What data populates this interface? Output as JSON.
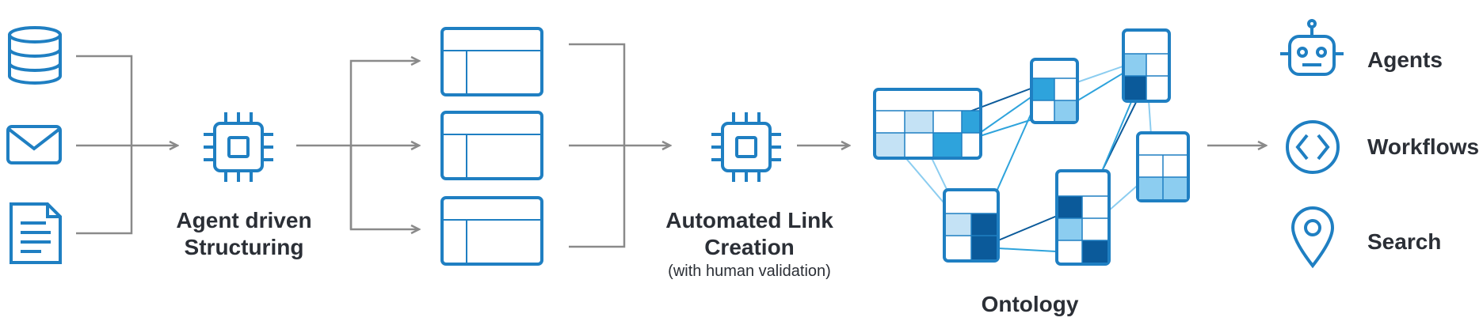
{
  "labels": {
    "agent_structuring_line1": "Agent driven",
    "agent_structuring_line2": "Structuring",
    "link_creation_line1": "Automated Link",
    "link_creation_line2": "Creation",
    "link_creation_note": "(with human validation)",
    "ontology": "Ontology"
  },
  "outputs": [
    {
      "label": "Agents",
      "icon": "robot-icon"
    },
    {
      "label": "Workflows",
      "icon": "code-icon"
    },
    {
      "label": "Search",
      "icon": "location-pin-icon"
    }
  ],
  "inputs": [
    {
      "icon": "database-icon"
    },
    {
      "icon": "mail-icon"
    },
    {
      "icon": "document-icon"
    }
  ],
  "colors": {
    "primary_blue": "#1f7fc2",
    "mid_blue": "#2ea3dc",
    "light_blue": "#8ccdf0",
    "pale_blue": "#c4e2f5",
    "dark_blue": "#0b5a9a",
    "arrow_gray": "#8a8a8a",
    "text": "#2b2f36"
  }
}
